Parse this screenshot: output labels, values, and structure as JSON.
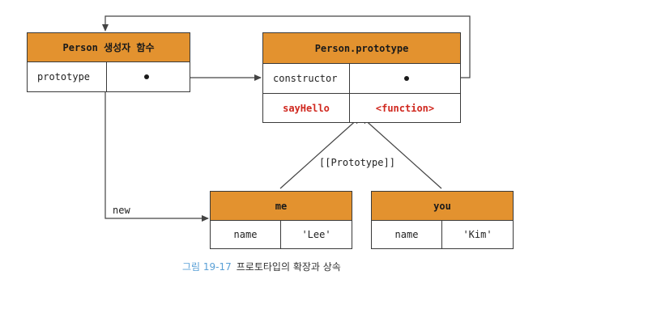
{
  "constructor_box": {
    "title": "Person 생성자 함수",
    "rows": [
      {
        "key": "prototype",
        "value": ""
      }
    ]
  },
  "prototype_box": {
    "title": "Person.prototype",
    "rows": [
      {
        "key": "constructor",
        "value": ""
      },
      {
        "key": "sayHello",
        "value": "<function>"
      }
    ]
  },
  "me_box": {
    "title": "me",
    "rows": [
      {
        "key": "name",
        "value": "'Lee'"
      }
    ]
  },
  "you_box": {
    "title": "you",
    "rows": [
      {
        "key": "name",
        "value": "'Kim'"
      }
    ]
  },
  "labels": {
    "new": "new",
    "prototype_link": "[[Prototype]]"
  },
  "caption": {
    "figure": "그림 19-17",
    "text": "프로토타입의 확장과 상속"
  },
  "colors": {
    "header": "#e3922f",
    "highlight_text": "#d0281f",
    "caption_figure": "#5aa0d6"
  }
}
